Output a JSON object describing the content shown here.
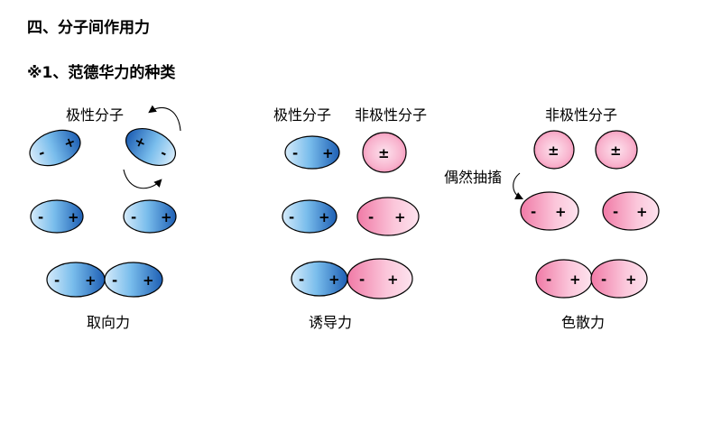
{
  "section_title": "四、分子间作用力",
  "sub_title": "※1、范德华力的种类",
  "groups": {
    "orientation": {
      "header": "极性分子",
      "name": "取向力"
    },
    "induction": {
      "header_polar": "极性分子",
      "header_nonpolar": "非极性分子",
      "name": "诱导力"
    },
    "dispersion": {
      "header": "非极性分子",
      "annotation": "偶然抽搐",
      "name": "色散力"
    }
  },
  "signs": {
    "plus": "+",
    "minus": "-",
    "plus_minus": "±"
  },
  "colors": {
    "polar_dark": "#1e5fb4",
    "polar_light": "#d6ebfa",
    "nonpolar_dark": "#f07aa6",
    "nonpolar_light": "#fde3ee",
    "outline": "#000000"
  }
}
